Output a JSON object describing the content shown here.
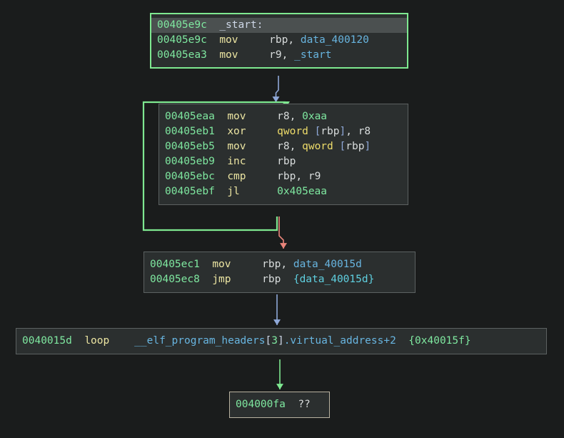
{
  "view": {
    "kind": "disassembly-control-flow-graph",
    "background_color": "#1a1c1c"
  },
  "colors": {
    "address": "#7fe8a0",
    "mnemonic": "#ece5a2",
    "register": "#d8dcdc",
    "number": "#7fe8a0",
    "symbol": "#68b5e0",
    "keyword": "#eedc6a",
    "bracket": "#8fa8d8",
    "block_background": "#2b2f2f",
    "selected_row_background": "#4b5050",
    "edge_true": "#7ee890",
    "edge_false": "#e8847a",
    "edge_unconditional": "#8fa8d8",
    "border_green": "#7ee890",
    "border_grey": "#5c6161",
    "border_tan": "#b9b2a0"
  },
  "blocks": [
    {
      "id": "block-start",
      "border": "green",
      "selected_line_index": 0,
      "lines": [
        {
          "address": "00405e9c",
          "mnemonic": "",
          "operands_text": "_start:",
          "selected": true
        },
        {
          "address": "00405e9c",
          "mnemonic": "mov",
          "operands_text": "rbp, data_400120",
          "selected": false
        },
        {
          "address": "00405ea3",
          "mnemonic": "mov",
          "operands_text": "r9, _start",
          "selected": false
        }
      ]
    },
    {
      "id": "block-loop",
      "border": "grey",
      "lines": [
        {
          "address": "00405eaa",
          "mnemonic": "mov",
          "operands_text": "r8, 0xaa"
        },
        {
          "address": "00405eb1",
          "mnemonic": "xor",
          "operands_text": "qword [rbp], r8"
        },
        {
          "address": "00405eb5",
          "mnemonic": "mov",
          "operands_text": "r8, qword [rbp]"
        },
        {
          "address": "00405eb9",
          "mnemonic": "inc",
          "operands_text": "rbp"
        },
        {
          "address": "00405ebc",
          "mnemonic": "cmp",
          "operands_text": "rbp, r9"
        },
        {
          "address": "00405ebf",
          "mnemonic": "jl",
          "operands_text": "0x405eaa"
        }
      ]
    },
    {
      "id": "block-jump",
      "border": "grey",
      "lines": [
        {
          "address": "00405ec1",
          "mnemonic": "mov",
          "operands_text": "rbp, data_40015d"
        },
        {
          "address": "00405ec8",
          "mnemonic": "jmp",
          "operands_text": "rbp {data_40015d}"
        }
      ]
    },
    {
      "id": "block-loop-insn",
      "border": "grey",
      "lines": [
        {
          "address": "0040015d",
          "mnemonic": "loop",
          "operands_text": "__elf_program_headers[3].virtual_address+2  {0x40015f}"
        }
      ]
    },
    {
      "id": "block-unknown",
      "border": "tan",
      "lines": [
        {
          "address": "004000fa",
          "mnemonic": "??",
          "operands_text": ""
        }
      ]
    }
  ],
  "tokens": {
    "block_start": {
      "l0": [
        {
          "t": "00405e9c",
          "c": "addr"
        },
        {
          "t": "  ",
          "c": "plain"
        },
        {
          "t": "_start:",
          "c": "label"
        }
      ],
      "l1": [
        {
          "t": "00405e9c",
          "c": "addr"
        },
        {
          "t": "  ",
          "c": "plain"
        },
        {
          "t": "mov",
          "c": "mnem"
        },
        {
          "t": "     ",
          "c": "plain"
        },
        {
          "t": "rbp",
          "c": "reg"
        },
        {
          "t": ", ",
          "c": "plain"
        },
        {
          "t": "data_400120",
          "c": "sym"
        }
      ],
      "l2": [
        {
          "t": "00405ea3",
          "c": "addr"
        },
        {
          "t": "  ",
          "c": "plain"
        },
        {
          "t": "mov",
          "c": "mnem"
        },
        {
          "t": "     ",
          "c": "plain"
        },
        {
          "t": "r9",
          "c": "reg"
        },
        {
          "t": ", ",
          "c": "plain"
        },
        {
          "t": "_start",
          "c": "sym"
        }
      ]
    },
    "block_loop": {
      "l0": [
        {
          "t": "00405eaa",
          "c": "addr"
        },
        {
          "t": "  ",
          "c": "plain"
        },
        {
          "t": "mov",
          "c": "mnem"
        },
        {
          "t": "     ",
          "c": "plain"
        },
        {
          "t": "r8",
          "c": "reg"
        },
        {
          "t": ", ",
          "c": "plain"
        },
        {
          "t": "0xaa",
          "c": "num"
        }
      ],
      "l1": [
        {
          "t": "00405eb1",
          "c": "addr"
        },
        {
          "t": "  ",
          "c": "plain"
        },
        {
          "t": "xor",
          "c": "mnem"
        },
        {
          "t": "     ",
          "c": "plain"
        },
        {
          "t": "qword",
          "c": "kw"
        },
        {
          "t": " ",
          "c": "plain"
        },
        {
          "t": "[",
          "c": "brk"
        },
        {
          "t": "rbp",
          "c": "reg"
        },
        {
          "t": "]",
          "c": "brk"
        },
        {
          "t": ", ",
          "c": "plain"
        },
        {
          "t": "r8",
          "c": "reg"
        }
      ],
      "l2": [
        {
          "t": "00405eb5",
          "c": "addr"
        },
        {
          "t": "  ",
          "c": "plain"
        },
        {
          "t": "mov",
          "c": "mnem"
        },
        {
          "t": "     ",
          "c": "plain"
        },
        {
          "t": "r8",
          "c": "reg"
        },
        {
          "t": ", ",
          "c": "plain"
        },
        {
          "t": "qword",
          "c": "kw"
        },
        {
          "t": " ",
          "c": "plain"
        },
        {
          "t": "[",
          "c": "brk"
        },
        {
          "t": "rbp",
          "c": "reg"
        },
        {
          "t": "]",
          "c": "brk"
        }
      ],
      "l3": [
        {
          "t": "00405eb9",
          "c": "addr"
        },
        {
          "t": "  ",
          "c": "plain"
        },
        {
          "t": "inc",
          "c": "mnem"
        },
        {
          "t": "     ",
          "c": "plain"
        },
        {
          "t": "rbp",
          "c": "reg"
        }
      ],
      "l4": [
        {
          "t": "00405ebc",
          "c": "addr"
        },
        {
          "t": "  ",
          "c": "plain"
        },
        {
          "t": "cmp",
          "c": "mnem"
        },
        {
          "t": "     ",
          "c": "plain"
        },
        {
          "t": "rbp",
          "c": "reg"
        },
        {
          "t": ", ",
          "c": "plain"
        },
        {
          "t": "r9",
          "c": "reg"
        }
      ],
      "l5": [
        {
          "t": "00405ebf",
          "c": "addr"
        },
        {
          "t": "  ",
          "c": "plain"
        },
        {
          "t": "jl",
          "c": "mnem"
        },
        {
          "t": "      ",
          "c": "plain"
        },
        {
          "t": "0x405eaa",
          "c": "num"
        }
      ]
    },
    "block_jump": {
      "l0": [
        {
          "t": "00405ec1",
          "c": "addr"
        },
        {
          "t": "  ",
          "c": "plain"
        },
        {
          "t": "mov",
          "c": "mnem"
        },
        {
          "t": "     ",
          "c": "plain"
        },
        {
          "t": "rbp",
          "c": "reg"
        },
        {
          "t": ", ",
          "c": "plain"
        },
        {
          "t": "data_40015d",
          "c": "sym"
        }
      ],
      "l1": [
        {
          "t": "00405ec8",
          "c": "addr"
        },
        {
          "t": "  ",
          "c": "plain"
        },
        {
          "t": "jmp",
          "c": "mnem"
        },
        {
          "t": "     ",
          "c": "plain"
        },
        {
          "t": "rbp",
          "c": "reg"
        },
        {
          "t": "  ",
          "c": "plain"
        },
        {
          "t": "{data_40015d}",
          "c": "bracecy"
        }
      ]
    },
    "block_loop_insn": {
      "l0": [
        {
          "t": "0040015d",
          "c": "addr"
        },
        {
          "t": "  ",
          "c": "plain"
        },
        {
          "t": "loop",
          "c": "mnem"
        },
        {
          "t": "    ",
          "c": "plain"
        },
        {
          "t": "__elf_program_headers",
          "c": "sym"
        },
        {
          "t": "[",
          "c": "label"
        },
        {
          "t": "3",
          "c": "num"
        },
        {
          "t": "]",
          "c": "label"
        },
        {
          "t": ".virtual_address+2",
          "c": "sym"
        },
        {
          "t": "  ",
          "c": "plain"
        },
        {
          "t": "{0x40015f}",
          "c": "brace"
        }
      ]
    },
    "block_unknown": {
      "l0": [
        {
          "t": "004000fa",
          "c": "addr"
        },
        {
          "t": "  ",
          "c": "plain"
        },
        {
          "t": "??",
          "c": "qq"
        }
      ]
    }
  },
  "edges": [
    {
      "id": "edge-start-to-loop",
      "from": "block-start",
      "to": "block-loop",
      "type": "unconditional",
      "color": "#8fa8d8"
    },
    {
      "id": "edge-loop-backedge",
      "from": "block-loop",
      "to": "block-loop",
      "type": "true",
      "color": "#7ee890"
    },
    {
      "id": "edge-loop-to-jump",
      "from": "block-loop",
      "to": "block-jump",
      "type": "false",
      "color": "#e8847a"
    },
    {
      "id": "edge-jump-to-loopinsn",
      "from": "block-jump",
      "to": "block-loop-insn",
      "type": "unconditional",
      "color": "#8fa8d8"
    },
    {
      "id": "edge-loopinsn-to-unknown",
      "from": "block-loop-insn",
      "to": "block-unknown",
      "type": "true",
      "color": "#7ee890"
    }
  ]
}
